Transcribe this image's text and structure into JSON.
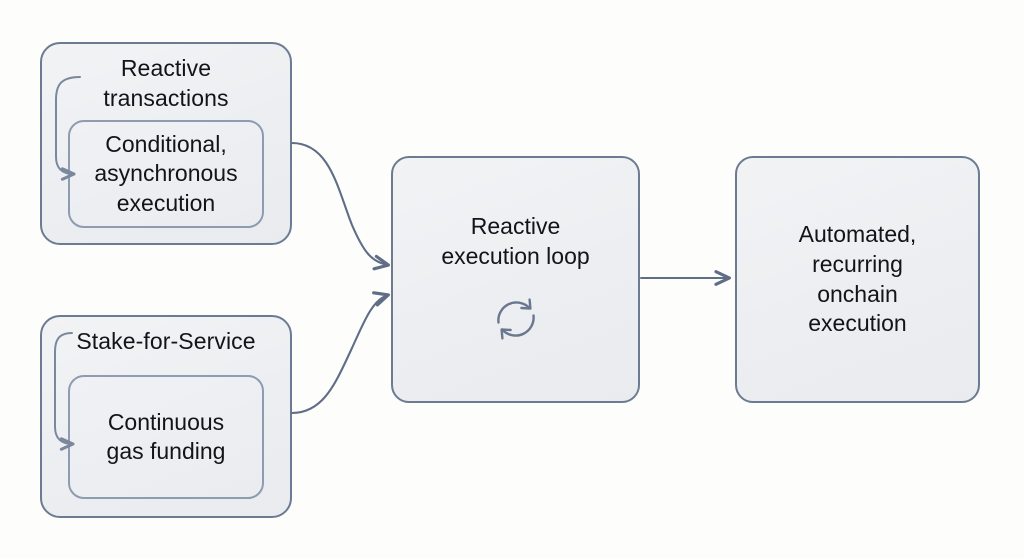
{
  "diagram": {
    "title": "Reactive execution loop flow",
    "background_color": "#fdfdfc",
    "node_border_color": "#6d7b92",
    "node_fill_color": "#eceef1",
    "inner_border_color": "#8e9bb0",
    "connector_color": "#5f6e86",
    "text_color": "#111418"
  },
  "nodes": {
    "reactive_transactions": {
      "title": "Reactive\ntransactions",
      "inner_label": "Conditional,\nasynchronous\nexecution"
    },
    "stake_for_service": {
      "title": "Stake-for-Service",
      "inner_label": "Continuous\ngas funding"
    },
    "execution_loop": {
      "label": "Reactive\nexecution loop",
      "icon": "refresh-loop-icon"
    },
    "outcome": {
      "label": "Automated,\nrecurring\nonchain\nexecution"
    }
  },
  "connectors": {
    "reactive_to_loop": "curved-arrow",
    "stake_to_loop": "curved-arrow",
    "loop_to_outcome": "straight-arrow",
    "reactive_internal": "curved-arrow",
    "stake_internal": "curved-arrow"
  }
}
